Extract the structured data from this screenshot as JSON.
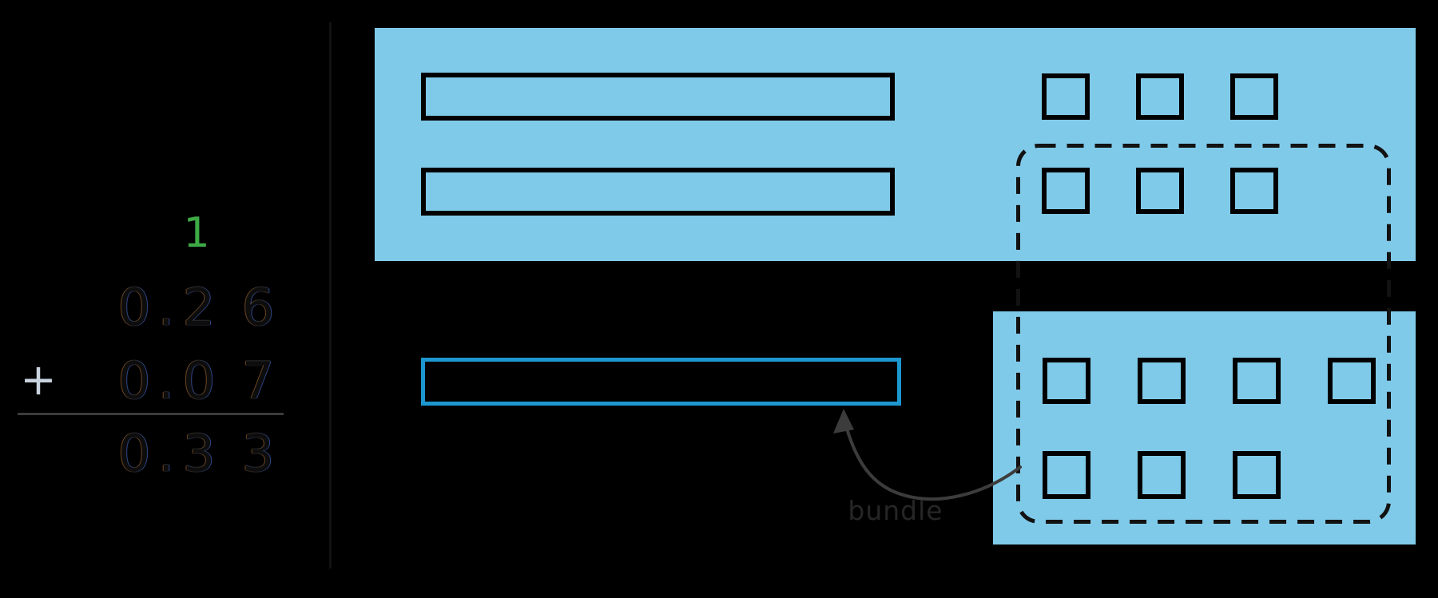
{
  "addition": {
    "carry_digit": "1",
    "addend_1": {
      "value": "0.26",
      "digits": [
        "0",
        ".",
        "2",
        "6"
      ]
    },
    "operator": "+",
    "addend_2": {
      "value": "0.07",
      "digits": [
        "0",
        ".",
        "0",
        "7"
      ]
    },
    "sum": {
      "value": "0.33",
      "digits": [
        "0",
        ".",
        "3",
        "3"
      ]
    }
  },
  "diagram": {
    "arrow_label": "bundle",
    "top_panel": {
      "tenth_bars": 2,
      "squares_row1": 3,
      "squares_row2": 3
    },
    "bottom_panel": {
      "squares_row1": 4,
      "squares_row2": 3
    },
    "bundled_tenth_bars": 1,
    "dashed_group_squares_total": 10
  },
  "colors": {
    "background": "#000000",
    "panel_blue": "#80CAE9",
    "shape_outline": "#000000",
    "bundled_bar_stroke": "#1D97D0",
    "carry_green": "#3EAA46",
    "plus_sign": "#C9D3E0",
    "arrow_gray": "#3c3c3c",
    "label_gray": "#262626"
  }
}
